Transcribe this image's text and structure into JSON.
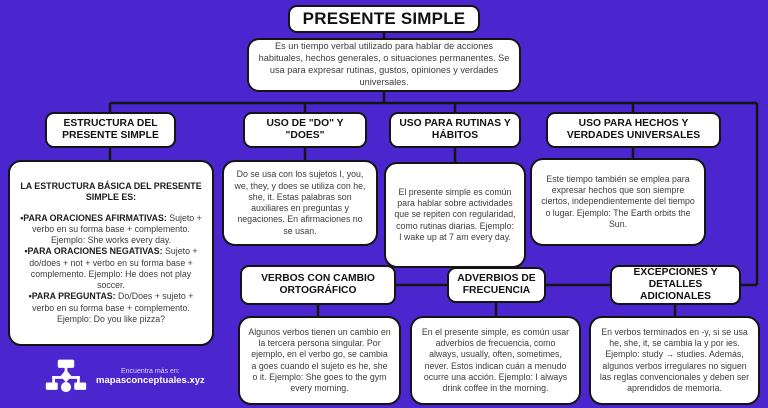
{
  "colors": {
    "background": "#4B26CF",
    "box_background": "#ffffff",
    "box_border": "#141414",
    "body_text": "#3c3c3c",
    "header_text": "#121212",
    "footer_text": "#ffffff"
  },
  "title": "PRESENTE SIMPLE",
  "intro": "Es un tiempo verbal utilizado para hablar de acciones habituales, hechos generales, o situaciones permanentes. Se usa para expresar rutinas, gustos, opiniones y verdades universales.",
  "branches": {
    "estructura": {
      "header": "ESTRUCTURA DEL PRESENTE SIMPLE",
      "detail_heading": "LA ESTRUCTURA BÁSICA DEL PRESENTE SIMPLE ES:",
      "items": [
        {
          "label": "•PARA ORACIONES AFIRMATIVAS:",
          "text": " Sujeto + verbo en su forma base + complemento. Ejemplo: She works every day."
        },
        {
          "label": "•PARA ORACIONES NEGATIVAS:",
          "text": " Sujeto + do/does + not + verbo en su forma base + complemento. Ejemplo: He does not play soccer."
        },
        {
          "label": "•PARA PREGUNTAS:",
          "text": " Do/Does + sujeto + verbo en su forma base + complemento. Ejemplo: Do you like pizza?"
        }
      ]
    },
    "do_does": {
      "header": "USO DE \"DO\" Y \"DOES\"",
      "detail": "Do se usa con los sujetos I, you, we, they, y does se utiliza con he, she, it. Estas palabras son auxiliares en preguntas y negaciones. En afirmaciones no se usan."
    },
    "rutinas": {
      "header": "USO PARA RUTINAS Y HÁBITOS",
      "detail": "El presente simple es común para hablar sobre actividades que se repiten con regularidad, como rutinas diarias. Ejemplo: I wake up at 7 am every day."
    },
    "hechos": {
      "header": "USO PARA HECHOS Y VERDADES UNIVERSALES",
      "detail": "Este tiempo también se emplea para expresar hechos que son siempre ciertos, independientemente del tiempo o lugar. Ejemplo: The Earth orbits the Sun."
    },
    "verbos": {
      "header": "VERBOS CON CAMBIO ORTOGRÁFICO",
      "detail": "Algunos verbos tienen un cambio en la tercera persona singular. Por ejemplo, en el verbo go, se cambia a goes cuando el sujeto es he, she o it. Ejemplo: She goes to the gym every morning."
    },
    "adverbios": {
      "header": "ADVERBIOS DE FRECUENCIA",
      "detail": "En el presente simple, es común usar adverbios de frecuencia, como always, usually, often, sometimes, never. Estos indican cuán a menudo ocurre una acción. Ejemplo: I always drink coffee in the morning."
    },
    "excepciones": {
      "header": "EXCEPCIONES Y DETALLES ADICIONALES",
      "detail": "En verbos terminados en -y, si se usa he, she, it, se cambia la y por ies. Ejemplo: study → studies. Además, algunos verbos irregulares no siguen las reglas convencionales y deben ser aprendidos de memoria."
    }
  },
  "footer": {
    "find_more": "Encuentra más en:",
    "site": "mapasconceptuales.xyz"
  }
}
